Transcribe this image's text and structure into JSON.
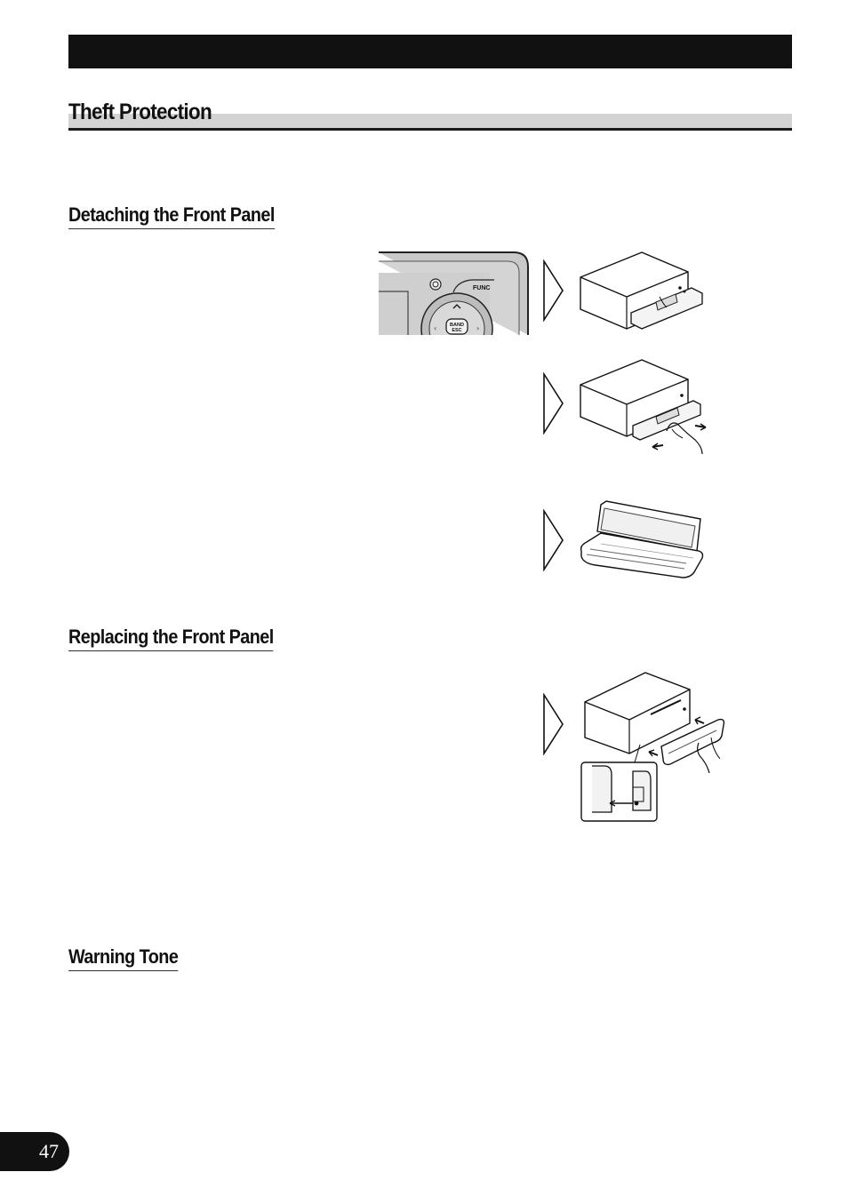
{
  "page": {
    "section_title": "Theft Protection",
    "page_number": "47"
  },
  "sections": [
    {
      "heading": "Detaching the Front Panel"
    },
    {
      "heading": "Replacing the Front Panel"
    },
    {
      "heading": "Warning Tone"
    }
  ],
  "figures": {
    "front_panel_closeup": {
      "button_func": "FUNC",
      "button_band": "BAND",
      "button_esc": "ESC"
    }
  }
}
